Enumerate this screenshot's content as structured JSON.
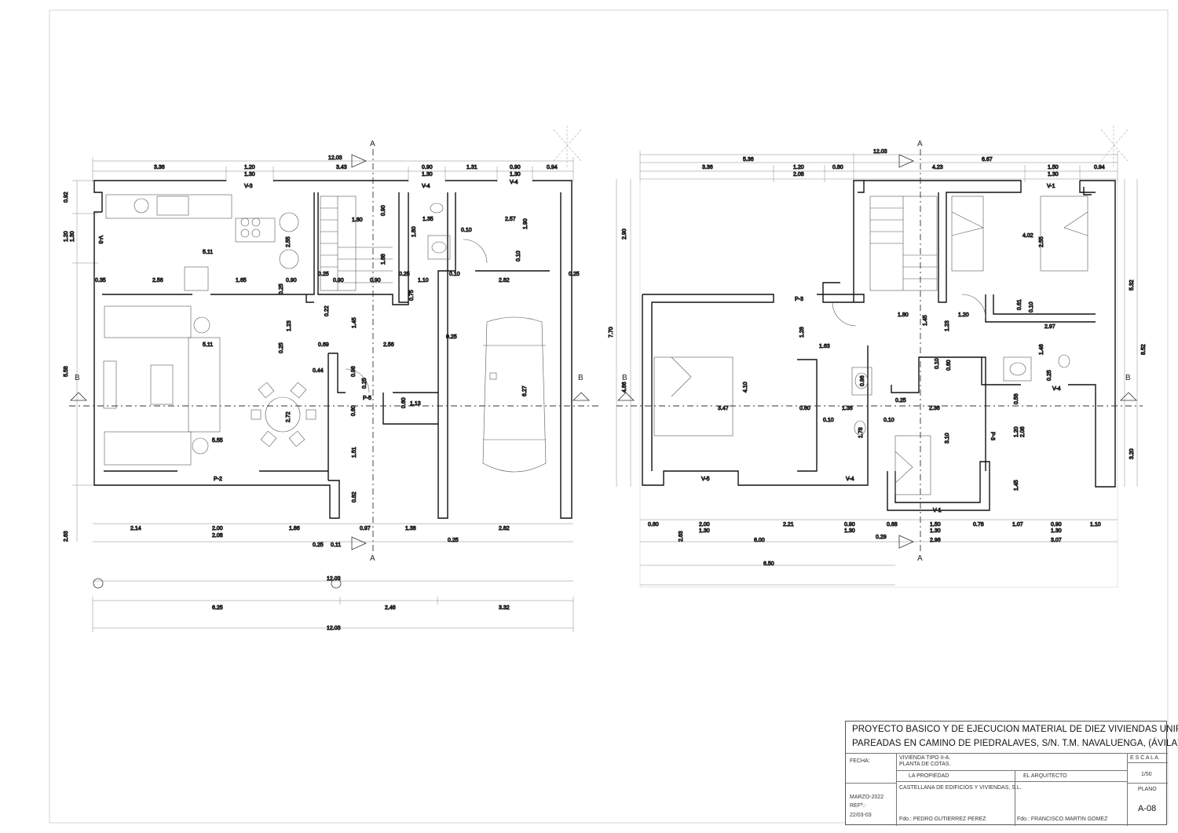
{
  "plans": {
    "section_labels": {
      "a": "A",
      "b": "B"
    },
    "ground_floor": {
      "overall_width": "12.03",
      "top_dims": [
        "3.36",
        "1.20",
        "1.30",
        "3.43",
        "0.90",
        "1.30",
        "1.31",
        "0.90",
        "1.30",
        "0.94"
      ],
      "left_dims": [
        "0.92",
        "1.20",
        "1.30",
        "5.58",
        "2.63"
      ],
      "windows": [
        "V-3",
        "V-4",
        "V-4",
        "V-3"
      ],
      "doors": [
        "P-5",
        "P-2"
      ],
      "inner_dims": [
        "5.11",
        "2.55",
        "1.80",
        "0.90",
        "1.68",
        "1.80",
        "1.35",
        "0.10",
        "2.57",
        "1.90",
        "0.10",
        "0.35",
        "2.56",
        "1.65",
        "0.90",
        "0.25",
        "0.90",
        "0.90",
        "0.25",
        "1.10",
        "0.10",
        "2.82",
        "0.25",
        "0.25",
        "0.22",
        "1.23",
        "1.45",
        "5.11",
        "0.25",
        "0.69",
        "2.56",
        "0.25",
        "0.44",
        "0.96",
        "0.25",
        "0.60",
        "1.13",
        "6.27",
        "0.60",
        "2.72",
        "5.55",
        "1.51",
        "0.82",
        "0.75"
      ],
      "bottom_dims": [
        "2.14",
        "2.00",
        "2.08",
        "1.86",
        "0.97",
        "1.38",
        "2.82",
        "0.25",
        "0.11",
        "0.25"
      ],
      "bottom_totals": [
        "12.03",
        "6.25",
        "2.46",
        "3.32",
        "12.03"
      ]
    },
    "upper_floor": {
      "overall_width": "12.03",
      "top_dims": [
        "5.36",
        "6.67",
        "3.36",
        "1.20",
        "2.08",
        "0.80",
        "4.23",
        "1.50",
        "1.30",
        "0.94"
      ],
      "left_dims": [
        "2.90",
        "7.70",
        "4.86"
      ],
      "right_dims": [
        "5.32",
        "8.52",
        "3.20"
      ],
      "windows": [
        "V-1",
        "V-4",
        "V-5",
        "V-4",
        "V-1"
      ],
      "doors": [
        "P-3",
        "P-3"
      ],
      "inner_dims": [
        "4.02",
        "2.55",
        "1.80",
        "1.45",
        "1.23",
        "1.20",
        "0.61",
        "0.10",
        "2.97",
        "1.28",
        "1.63",
        "4.10",
        "3.47",
        "0.60",
        "1.38",
        "0.10",
        "0.96",
        "0.10",
        "1.78",
        "0.25",
        "2.36",
        "0.10",
        "0.60",
        "1.46",
        "0.25",
        "0.56",
        "3.10",
        "1.20",
        "2.08",
        "1.45"
      ],
      "bottom_dims": [
        "0.60",
        "2.00",
        "1.30",
        "2.21",
        "0.90",
        "1.30",
        "0.68",
        "1.50",
        "1.30",
        "0.78",
        "1.07",
        "0.90",
        "1.30",
        "1.10",
        "2.63",
        "6.00",
        "0.29",
        "2.96",
        "3.07",
        "6.50"
      ]
    }
  },
  "title_block": {
    "title_line1": "PROYECTO BASICO Y DE EJECUCION MATERIAL DE DIEZ VIVIENDAS UNIFAMILIARES",
    "title_line2": "PAREADAS EN CAMINO DE PIEDRALAVES, S/N. T.M. NAVALUENGA, (ÁVILA).",
    "fecha_label": "FECHA:",
    "fecha_value": "MARZO-2022",
    "ref_label": "REFª.:",
    "ref_value": "22/03-03",
    "description_line1": "VIVIENDA TIPO II-A.",
    "description_line2": "PLANTA DE COTAS.",
    "propiedad_label": "LA PROPIEDAD",
    "arquitecto_label": "EL ARQUITECTO",
    "owner_company": "CASTELLANA DE EDIFICIOS Y VIVIENDAS, S.L.",
    "owner_signature": "Fdo.: PEDRO GUTIERREZ PEREZ",
    "architect_signature": "Fdo.: FRANCISCO MARTIN GOMEZ",
    "escala_label": "E S C A L A",
    "escala_value": "1/50",
    "plano_label": "PLANO",
    "plano_value": "A-08"
  }
}
